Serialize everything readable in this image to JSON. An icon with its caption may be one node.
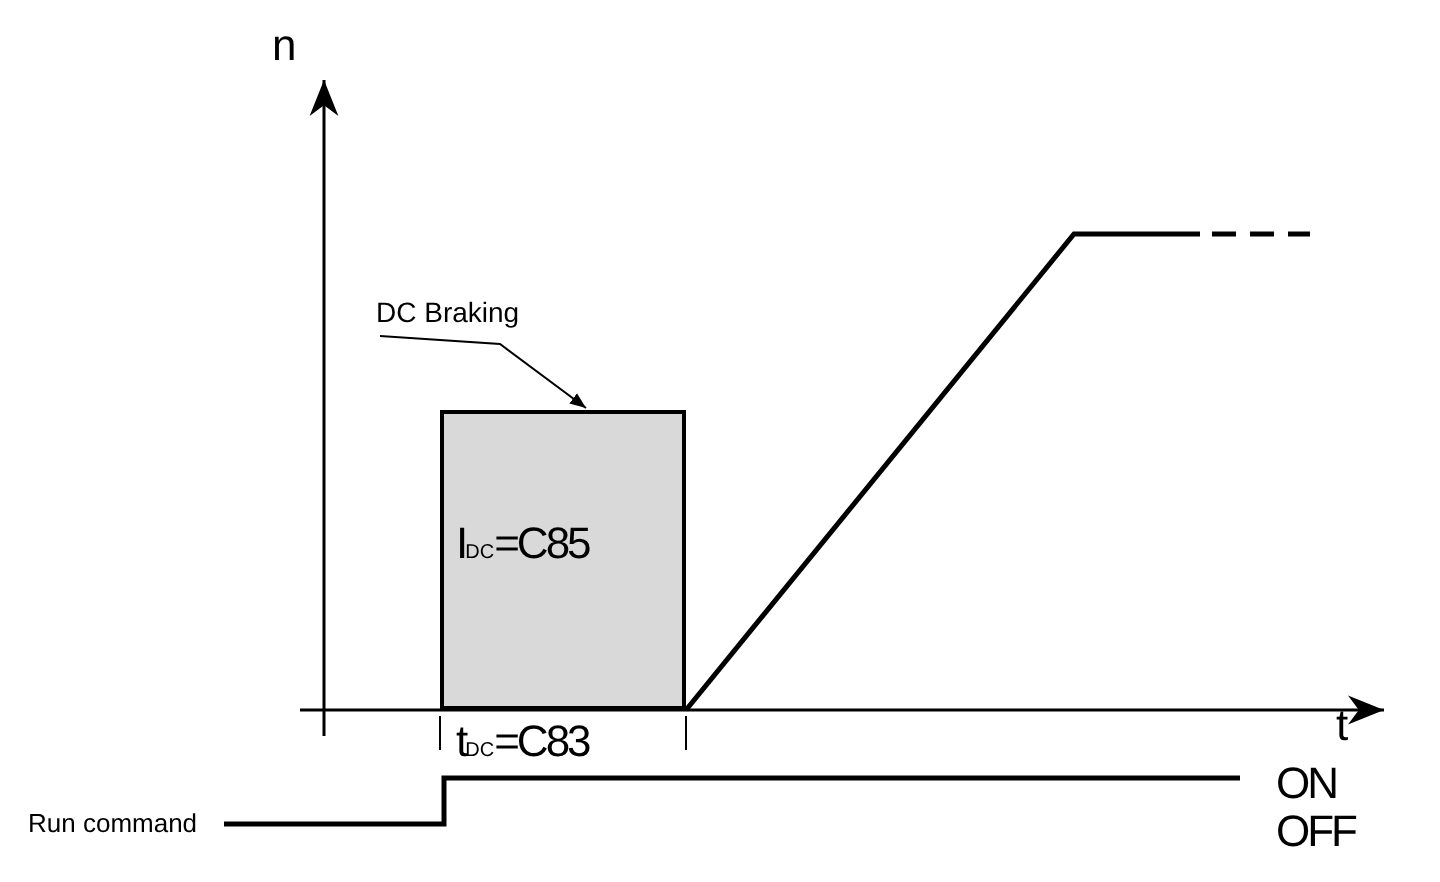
{
  "diagram": {
    "nodes": [
      {
        "text": [
          "DC Braking"
        ]
      },
      {
        "text": [
          "I$_{DC}$=C85"
        ],
        "beside": [
          "t$_{DC}$=C83"
        ]
      }
    ],
    "edges": [
      {
        "from": 0,
        "to": 1,
        "arrow": "to"
      }
    ],
    "labels": [
      "n",
      "t",
      "ON",
      "Run command",
      "OFF"
    ]
  }
}
